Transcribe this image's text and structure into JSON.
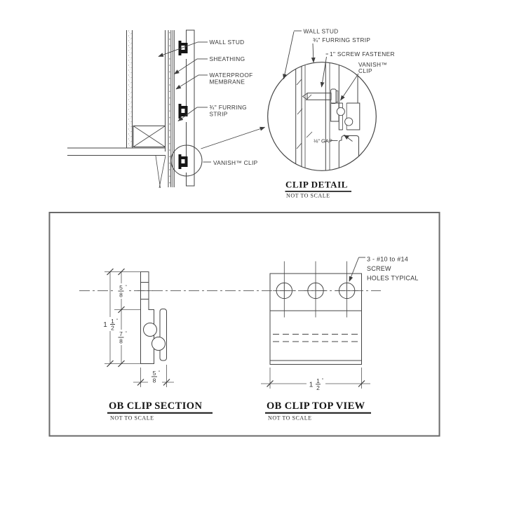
{
  "wall_section": {
    "labels": {
      "wall_stud": "WALL STUD",
      "sheathing": "SHEATHING",
      "waterproof_line1": "WATERPROOF",
      "waterproof_line2": "MEMBRANE",
      "furring_line1": "¾\" FURRING",
      "furring_line2": "STRIP",
      "vanish_clip": "VANISH™ CLIP"
    }
  },
  "clip_detail": {
    "labels": {
      "wall_stud": "WALL STUD",
      "furring_strip": "¾\" FURRING STRIP",
      "screw_fastener": "1\" SCREW FASTENER",
      "vanish_line1": "VANISH™",
      "vanish_line2": "CLIP",
      "gap": "⅛\" GAP"
    },
    "title": "CLIP DETAIL",
    "scale_note": "NOT TO SCALE"
  },
  "ob_clip_section": {
    "title": "OB CLIP SECTION",
    "scale_note": "NOT TO SCALE",
    "dim_top": {
      "num": "5",
      "den": "8",
      "unit": "\""
    },
    "dim_overall": {
      "whole": "1",
      "num": "1",
      "den": "2",
      "unit": "\""
    },
    "dim_lower": {
      "num": "7",
      "den": "8",
      "unit": "\""
    },
    "dim_width": {
      "num": "5",
      "den": "8",
      "unit": "\""
    }
  },
  "ob_clip_top_view": {
    "title": "OB CLIP TOP VIEW",
    "scale_note": "NOT TO SCALE",
    "dim_width": {
      "whole": "1",
      "num": "1",
      "den": "2",
      "unit": "\""
    },
    "note_line1": "3 - #10 to #14",
    "note_line2": "SCREW",
    "note_line3": "HOLES TYPICAL"
  },
  "colors": {
    "line": "#454545",
    "text": "#353535",
    "title": "#141414",
    "border": "#666666"
  }
}
